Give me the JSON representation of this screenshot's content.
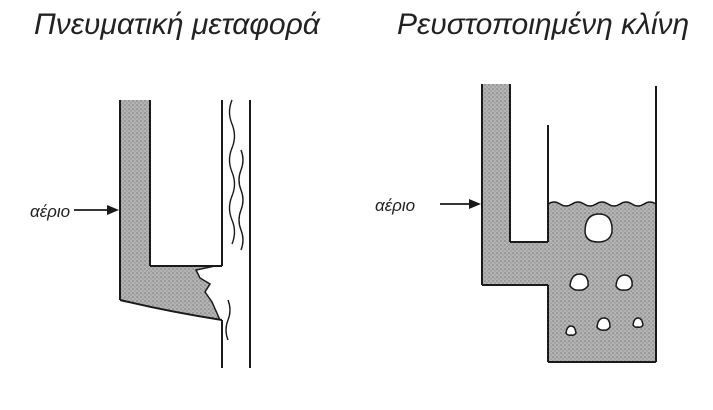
{
  "titles": {
    "left": "Πνευματική μεταφορά",
    "right": "Ρευστοποιημένη κλίνη"
  },
  "labels": {
    "gas_left": "αέριο",
    "gas_right": "αέριο"
  },
  "colors": {
    "ink": "#1a1a1a",
    "fill": "#a8a8a8"
  }
}
